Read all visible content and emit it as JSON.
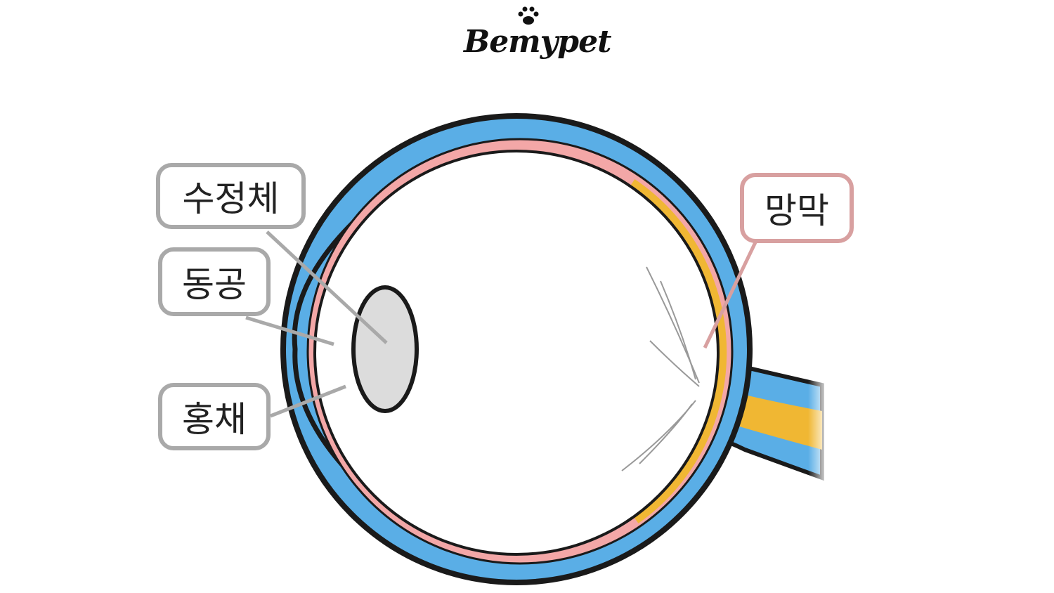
{
  "logo": {
    "text": "Bemypet"
  },
  "labels": {
    "lens": "수정체",
    "pupil": "동공",
    "iris": "홍채",
    "retina": "망막"
  },
  "colors": {
    "sclera": "#5aaee6",
    "choroid": "#f3a7a7",
    "retina": "#f0b733",
    "cornea": "#d9eefc",
    "lens": "#dcdcdc",
    "ciliary": "#7ccaa9",
    "label_border": "#a9a9a9",
    "retina_label_border": "#d8a0a0"
  }
}
